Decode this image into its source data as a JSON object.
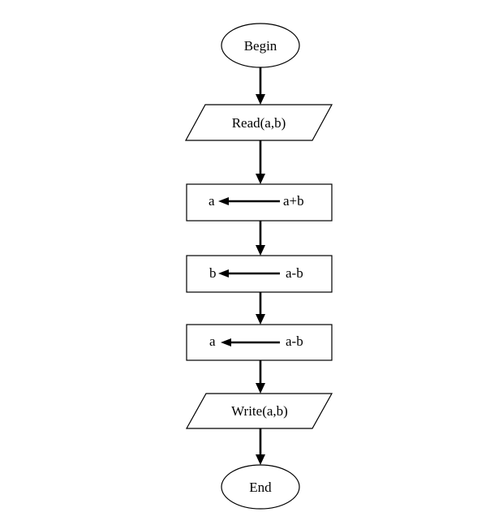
{
  "diagram": {
    "type": "flowchart",
    "nodes": [
      {
        "id": "begin",
        "shape": "terminator",
        "label": "Begin"
      },
      {
        "id": "read",
        "shape": "input-output",
        "label": "Read(a,b)"
      },
      {
        "id": "step1",
        "shape": "process",
        "target": "a",
        "expression": "a+b"
      },
      {
        "id": "step2",
        "shape": "process",
        "target": "b",
        "expression": "a-b"
      },
      {
        "id": "step3",
        "shape": "process",
        "target": "a",
        "expression": "a-b"
      },
      {
        "id": "write",
        "shape": "input-output",
        "label": "Write(a,b)"
      },
      {
        "id": "end",
        "shape": "terminator",
        "label": "End"
      }
    ],
    "edges": [
      {
        "from": "begin",
        "to": "read"
      },
      {
        "from": "read",
        "to": "step1"
      },
      {
        "from": "step1",
        "to": "step2"
      },
      {
        "from": "step2",
        "to": "step3"
      },
      {
        "from": "step3",
        "to": "write"
      },
      {
        "from": "write",
        "to": "end"
      }
    ],
    "colors": {
      "stroke": "#000000",
      "fill": "#ffffff"
    }
  }
}
